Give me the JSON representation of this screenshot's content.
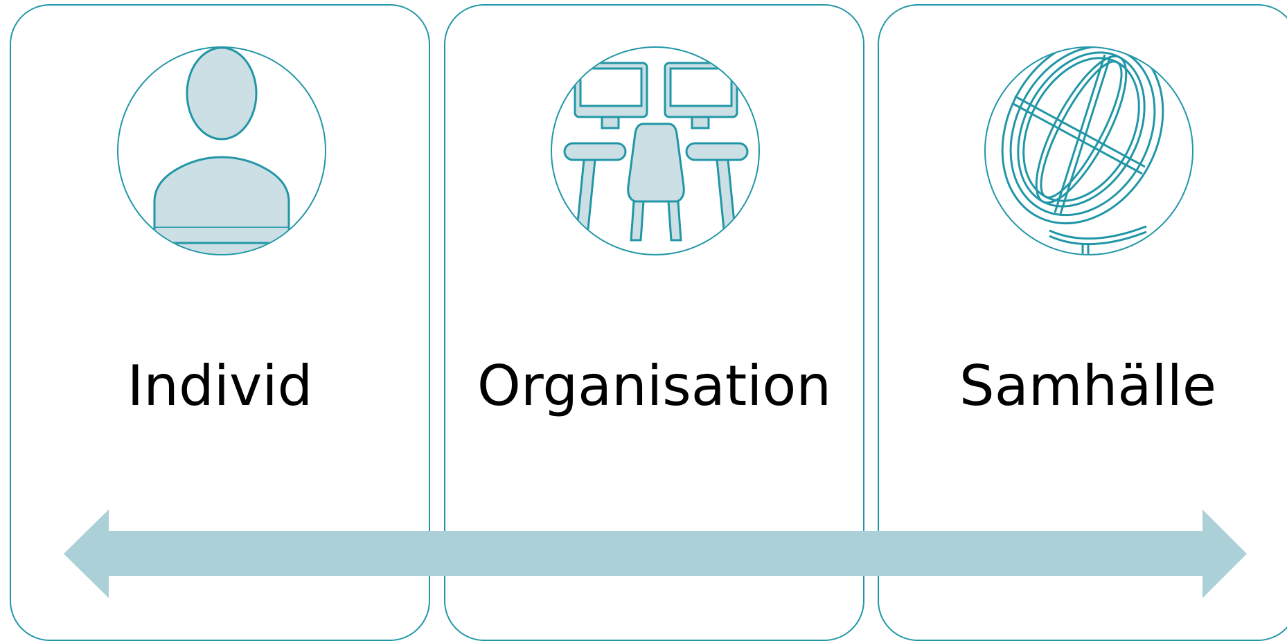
{
  "colors": {
    "outline": "#2196a6",
    "icon_fill": "#cbdfe5",
    "arrow": "#acd0d7",
    "text": "#000000"
  },
  "panels": [
    {
      "label": "Individ",
      "icon": "person-icon"
    },
    {
      "label": "Organisation",
      "icon": "workstations-icon"
    },
    {
      "label": "Samhälle",
      "icon": "globe-icon"
    }
  ],
  "arrow": {
    "icon": "double-headed-arrow-icon"
  }
}
